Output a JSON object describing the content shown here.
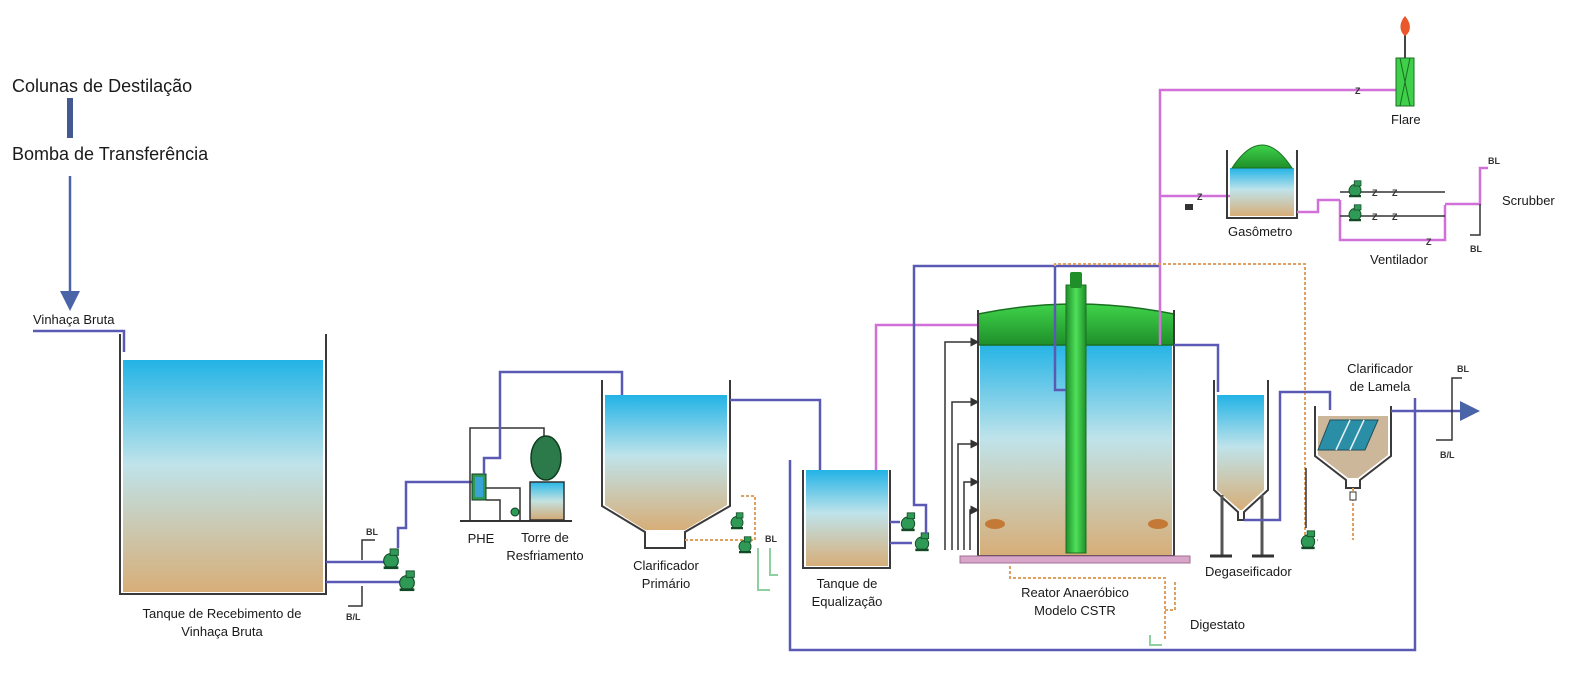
{
  "labels": {
    "colunas": "Colunas de Destilação",
    "bomba": "Bomba de Transferência",
    "vinhaca_bruta": "Vinhaça Bruta",
    "tanque_receb_1": "Tanque de Recebimento de",
    "tanque_receb_2": "Vinhaça Bruta",
    "phe": "PHE",
    "torre_1": "Torre de",
    "torre_2": "Resfriamento",
    "clarif_prim_1": "Clarificador",
    "clarif_prim_2": "Primário",
    "tanque_eq_1": "Tanque de",
    "tanque_eq_2": "Equalização",
    "reator_1": "Reator Anaeróbico",
    "reator_2": "Modelo CSTR",
    "digestato": "Digestato",
    "degas": "Degaseificador",
    "clarif_lam_1": "Clarificador",
    "clarif_lam_2": "de Lamela",
    "flare": "Flare",
    "gasometro": "Gasômetro",
    "ventilador": "Ventilador",
    "scrubber": "Scrubber"
  },
  "tags": {
    "bl": "BL",
    "bl_lower": "B/L"
  },
  "colors": {
    "water_top": "#29b6e6",
    "sludge_bottom": "#d8b07a",
    "reactor_green": "#2fbd3a",
    "pump_green": "#2f9a56",
    "pipe_blue": "#5a5ab4",
    "pipe_magenta": "#d070d8",
    "pipe_orange": "#e0a060"
  }
}
